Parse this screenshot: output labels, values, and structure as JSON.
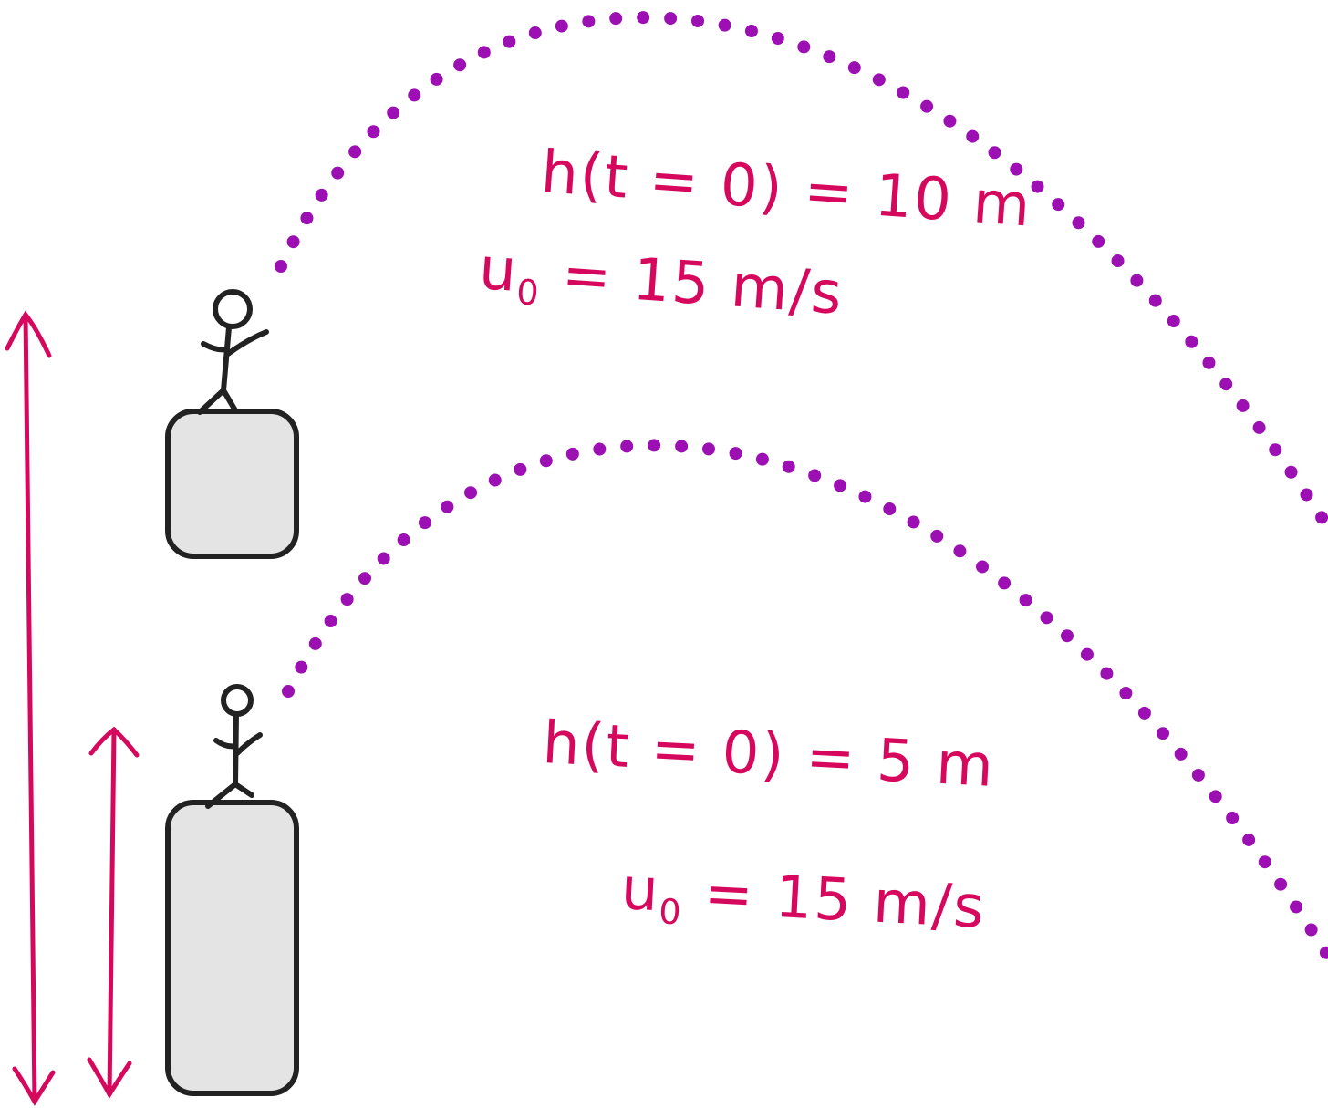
{
  "colors": {
    "annotation": "#d6085d",
    "trajectory": "#9b0fb3",
    "outline": "#222222",
    "block_fill": "#e4e4e4",
    "background": "#ffffff"
  },
  "scenario_high": {
    "height_label": "h(t = 0) = 10 m",
    "speed_symbol": "u",
    "speed_subscript": "0",
    "speed_value": " = 15 m/s"
  },
  "scenario_low": {
    "height_label": "h(t = 0) = 5 m",
    "speed_symbol": "u",
    "speed_subscript": "0",
    "speed_value": " = 15 m/s"
  }
}
